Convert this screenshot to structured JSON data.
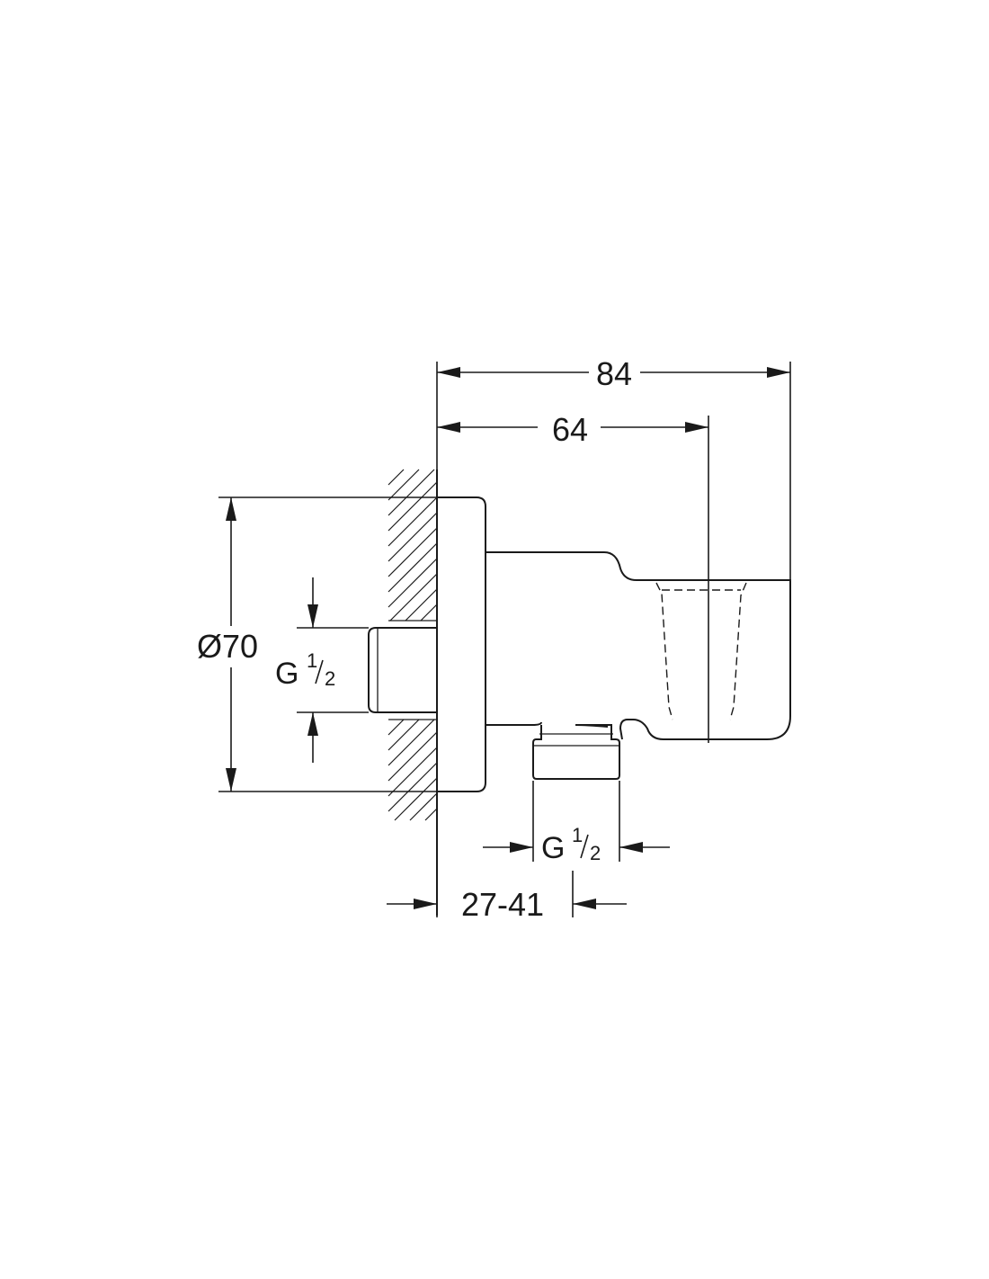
{
  "drawing": {
    "labels": {
      "overall_length": "84",
      "holder_length": "64",
      "flange_diameter": "Ø70",
      "wall_thread_G": "G",
      "wall_thread_frac_num": "1",
      "wall_thread_frac_den": "2",
      "outlet_thread_G": "G",
      "outlet_thread_frac_num": "1",
      "outlet_thread_frac_den": "2",
      "projection_range": "27-41"
    },
    "icons": {
      "wall_hatch": "wall-hatch-pattern",
      "arrowhead": "filled-arrowhead"
    },
    "colors": {
      "ink": "#1a1a1a",
      "background": "#ffffff"
    }
  }
}
